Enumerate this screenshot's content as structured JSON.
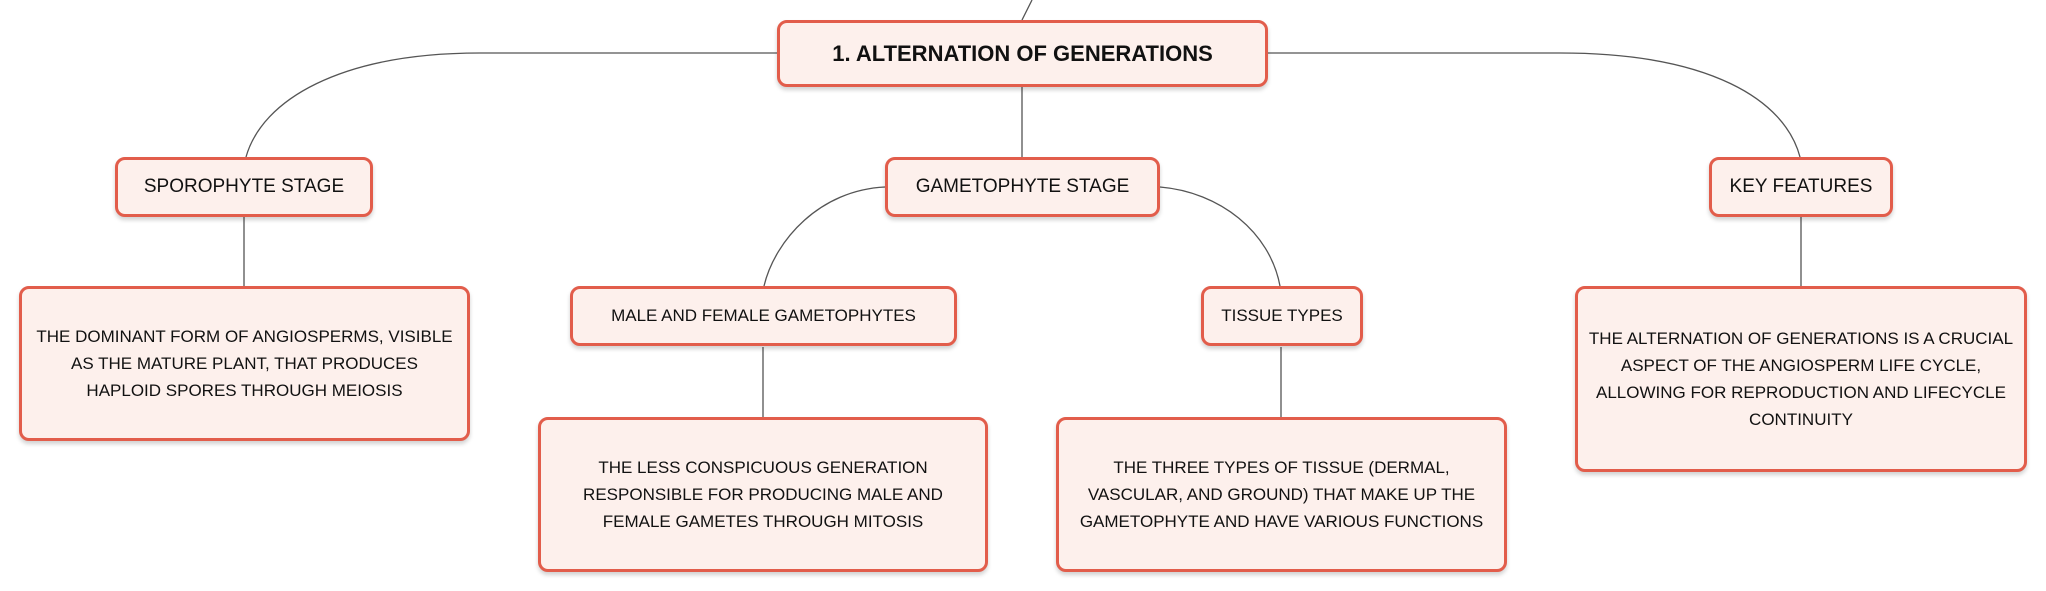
{
  "root": {
    "title": "1. ALTERNATION OF GENERATIONS"
  },
  "branches": {
    "sporophyte": {
      "label": "SPOROPHYTE STAGE",
      "description": "THE DOMINANT FORM OF ANGIOSPERMS, VISIBLE AS THE MATURE PLANT, THAT PRODUCES HAPLOID SPORES THROUGH MEIOSIS"
    },
    "gametophyte": {
      "label": "GAMETOPHYTE STAGE",
      "male_female": {
        "label": "MALE AND FEMALE GAMETOPHYTES",
        "description": "THE LESS CONSPICUOUS GENERATION RESPONSIBLE FOR PRODUCING MALE AND FEMALE GAMETES THROUGH MITOSIS"
      },
      "tissue_types": {
        "label": "TISSUE TYPES",
        "description": "THE THREE TYPES OF TISSUE (DERMAL, VASCULAR, AND GROUND) THAT MAKE UP THE GAMETOPHYTE AND HAVE VARIOUS FUNCTIONS"
      }
    },
    "key_features": {
      "label": "KEY FEATURES",
      "description": "THE ALTERNATION OF GENERATIONS IS A CRUCIAL ASPECT OF THE ANGIOSPERM LIFE CYCLE, ALLOWING FOR REPRODUCTION AND LIFECYCLE CONTINUITY"
    }
  },
  "colors": {
    "node_border": "#e25d4b",
    "node_fill": "#fdf0ec",
    "connector": "#555555"
  }
}
